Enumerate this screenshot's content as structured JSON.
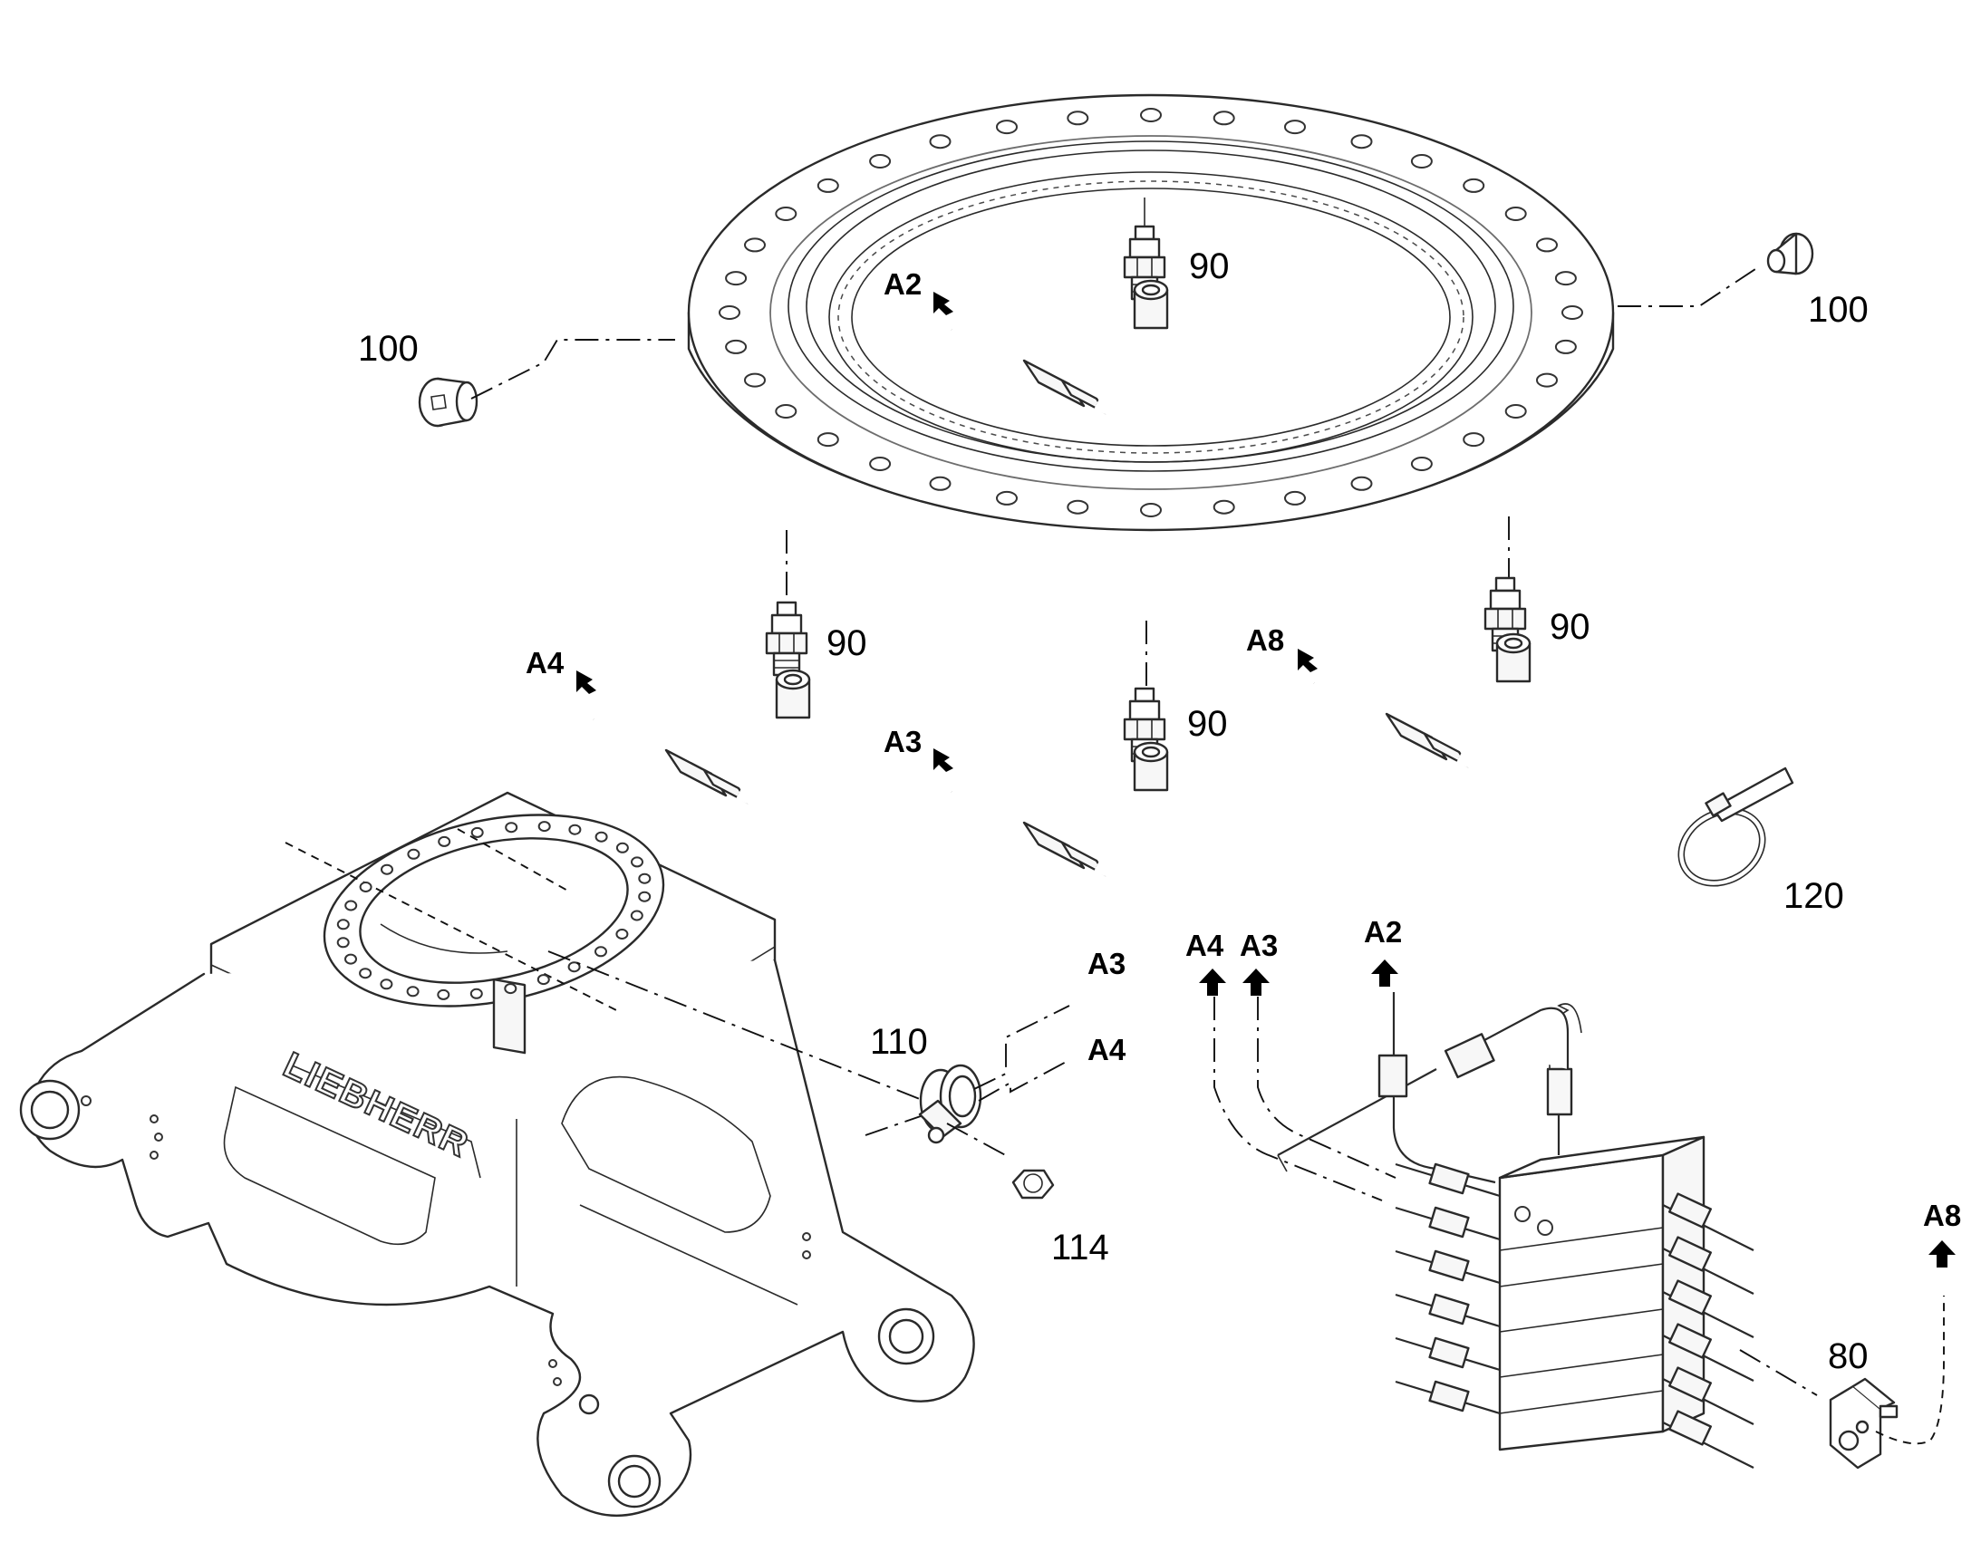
{
  "callouts": {
    "ring_90_top": "90",
    "ring_90_left": "90",
    "ring_90_middle": "90",
    "ring_90_right": "90",
    "plug_100_left": "100",
    "plug_100_right": "100",
    "clamp_120": "120",
    "grommet_110": "110",
    "nut_114": "114",
    "bracket_80": "80"
  },
  "connection_tags": {
    "a2_ring": "A2",
    "a4_pipe": "A4",
    "a3_pipe": "A3",
    "a8_pipe": "A8",
    "a3_leader": "A3",
    "a4_leader": "A4",
    "a4_distributor": "A4",
    "a3_distributor": "A3",
    "a2_distributor": "A2",
    "a8_distributor": "A8"
  },
  "logo_text": "LIEBHERR"
}
